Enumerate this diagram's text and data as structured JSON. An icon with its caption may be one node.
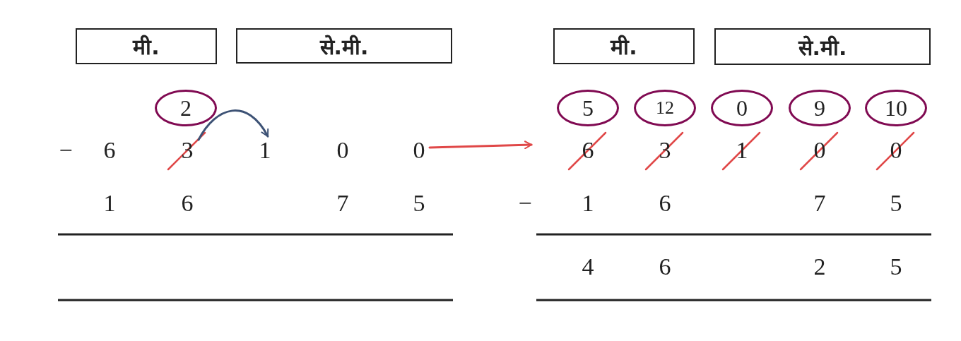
{
  "diagram": {
    "nodes": [
      {
        "text": [
          "मी."
        ]
      },
      {
        "text": [
          "से.मी."
        ]
      },
      {
        "text": [
          "2"
        ]
      },
      {
        "text": [
          "6"
        ]
      },
      {
        "text": [
          "3"
        ]
      },
      {
        "text": [
          "1"
        ]
      },
      {
        "text": [
          "0"
        ]
      },
      {
        "text": [
          "0"
        ]
      },
      {
        "text": [
          "मी."
        ]
      },
      {
        "text": [
          "से.मी."
        ]
      },
      {
        "text": [
          "5"
        ]
      },
      {
        "text": [
          "12"
        ]
      },
      {
        "text": [
          "0"
        ]
      },
      {
        "text": [
          "9"
        ]
      },
      {
        "text": [
          "10"
        ]
      },
      {
        "text": [
          "6"
        ]
      },
      {
        "text": [
          "3"
        ]
      },
      {
        "text": [
          "1"
        ]
      },
      {
        "text": [
          "0"
        ]
      },
      {
        "text": [
          "0"
        ]
      }
    ],
    "edges": [
      {
        "from": 4,
        "to": 5,
        "arrow": "to",
        "color": "#3d5275"
      },
      {
        "from": 7,
        "to": 15,
        "arrow": "to",
        "color": "#e04848"
      }
    ],
    "labels": [
      "−",
      "1",
      "6",
      "7",
      "5",
      "−",
      "1",
      "6",
      "7",
      "5",
      "4",
      "6",
      "2",
      "5"
    ]
  }
}
